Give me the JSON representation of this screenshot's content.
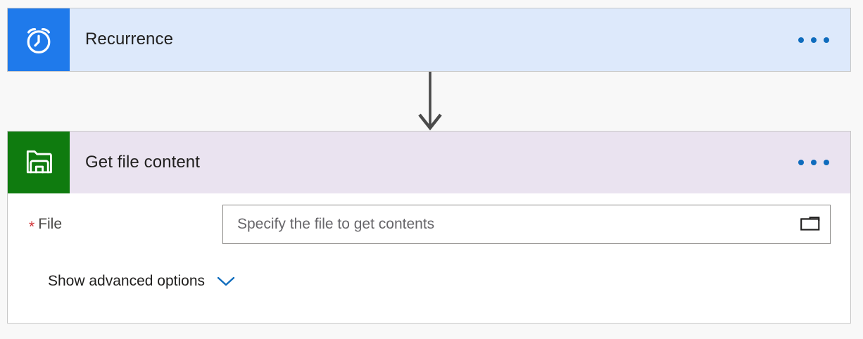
{
  "flow": {
    "connector": {
      "icon": "arrow-down-icon",
      "color": "#4a4a4a"
    }
  },
  "trigger_card": {
    "title": "Recurrence",
    "icon": "alarm-clock-icon",
    "icon_bg": "#1f7aeb",
    "header_bg": "#dde9fb",
    "menu_label": "· · ·",
    "menu_icon": "ellipsis-horizontal-icon"
  },
  "action_card": {
    "title": "Get file content",
    "icon": "sharepoint-icon",
    "icon_bg": "#0f7b0f",
    "header_bg": "#eae3f0",
    "menu_icon": "ellipsis-horizontal-icon",
    "fields": [
      {
        "required_marker": "*",
        "label": "File",
        "value": "",
        "placeholder": "Specify the file to get contents",
        "picker_icon": "folder-icon"
      }
    ],
    "advanced": {
      "label": "Show advanced options",
      "icon": "chevron-down-icon",
      "icon_color": "#0f6cbd"
    }
  }
}
